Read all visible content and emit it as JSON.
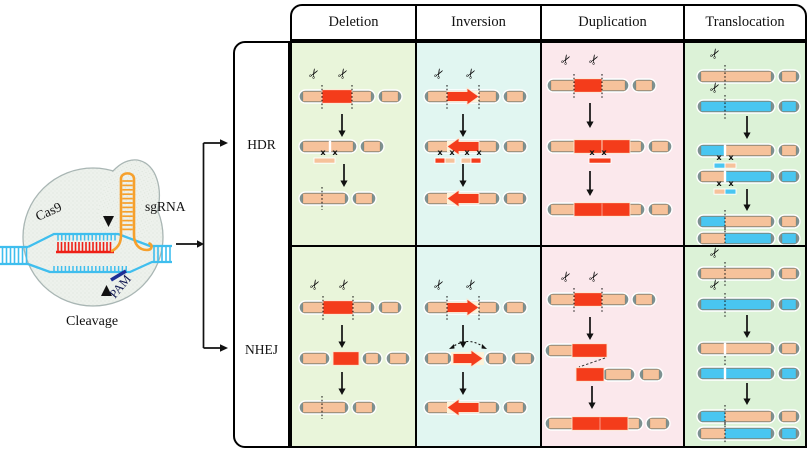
{
  "left_panel": {
    "labels": {
      "cas9": "Cas9",
      "sgrna": "sgRNA",
      "pam": "PAM",
      "cleavage": "Cleavage"
    }
  },
  "table": {
    "column_headers": [
      "Deletion",
      "Inversion",
      "Duplication",
      "Translocation"
    ],
    "row_headers": [
      "HDR",
      "NHEJ"
    ]
  },
  "icons": {
    "scissors": "✂"
  },
  "marks": {
    "recombination_cross": "x"
  },
  "colors": {
    "chromosome_body": "#f6c29b",
    "chromosome_cap": "#7d9191",
    "chromosome_blue": "#49c6f1",
    "edit_red": "#f43c1b",
    "cream": "#fdf3d9",
    "dna_cyan": "#3fbeee",
    "target_red": "#ee2017",
    "sgrna_orange": "#f6a02c",
    "pam_navy": "#1d2f96",
    "cas9_fill": "#edf1ec",
    "cas9_stroke": "#a9b6b4",
    "bg_deletion": "#e9f5da",
    "bg_inversion": "#e1f6f1",
    "bg_duplication": "#fbe8ec",
    "bg_translocation": "#dcf2d7",
    "border": "#000000"
  }
}
